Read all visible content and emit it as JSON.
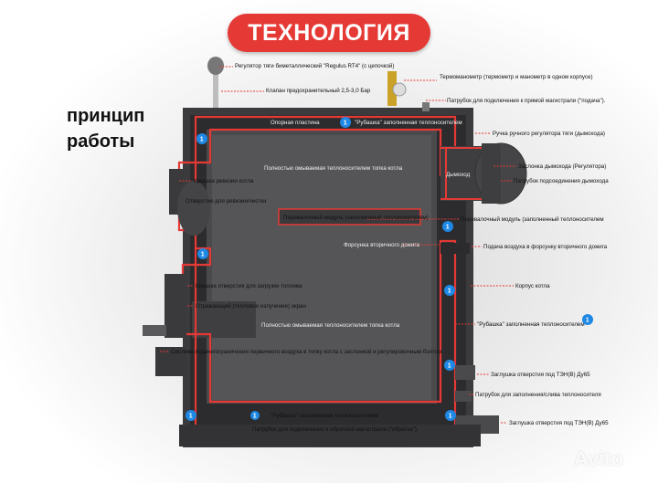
{
  "header": {
    "badge": "ТЕХНОЛОГИЯ",
    "principle": "принцип работы"
  },
  "colors": {
    "accent": "#e53935",
    "steel": "#3a3a3c",
    "marker": "#1e88e5"
  },
  "labels": {
    "regulator": "Регулятор тяги биметаллический \"Regulus RT4\" (с цепочкой)",
    "thermomanometer": "Термоманометр (термометр и манометр в одном корпусе)",
    "valve": "Клапан предохранительный 2,5-3,0 Бар",
    "supply_pipe": "Патрубок для подключения к прямой магистрали (\"подача\").",
    "support_plate": "Опорная пластина",
    "jacket_top": "\"Рубашка\" заполненная теплоносителем",
    "damper_handle": "Ручка ручного регулятора тяги (дымохода)",
    "flue_damper": "Заслонка дымохода (Регулятора)",
    "chimney": "Дымоход",
    "flue_pipe": "Патрубок подсоединения дымохода",
    "fully_washed_top": "Полностью омываемая теплоносителем топка котла",
    "inspection_cover": "Крышка ревизии котла",
    "inspection_hole": "Отверстие для ревизии/чистки",
    "transfer_module_in": "Перевалочный модуль (заполненный теплоносителем)",
    "transfer_module_out": "Перевалочный модуль (заполненный теплоносителем",
    "secondary_nozzle": "Форсунка вторичного дожига",
    "secondary_air": "Подача воздуха в форсунку вторичного дожига",
    "fuel_hole_cover": "Крышка отверстия для загрузки топлива",
    "boiler_body": "Корпус котла",
    "reflective_screen": "Отражающий (тепловое излучение) экран",
    "fully_washed_bottom": "Полностью омываемая теплоносителем топка котла",
    "jacket_right": "\"Рубашка\" заполненная теплоносителем",
    "primary_air": "Система подачи/ограничения первичного воздуха в топку котла с заслонкой и регулировочным болтом",
    "plug_top": "Заглушка отверстия под ТЭН(В) Ду65",
    "drain_pipe": "Патрубок для заполнения/слива теплоносителя",
    "jacket_bottom": "\"Рубашка\" заполненная теплоносителем",
    "plug_bottom": "Заглушка отверстия под ТЭН(В) Ду65",
    "return_pipe": "Патрубок для подключения к обратной магистрали (\"обратка\")."
  },
  "markers": [
    "1",
    "1",
    "1",
    "1",
    "1",
    "1",
    "1",
    "1",
    "1",
    "1",
    "1"
  ],
  "watermark": "Avito"
}
